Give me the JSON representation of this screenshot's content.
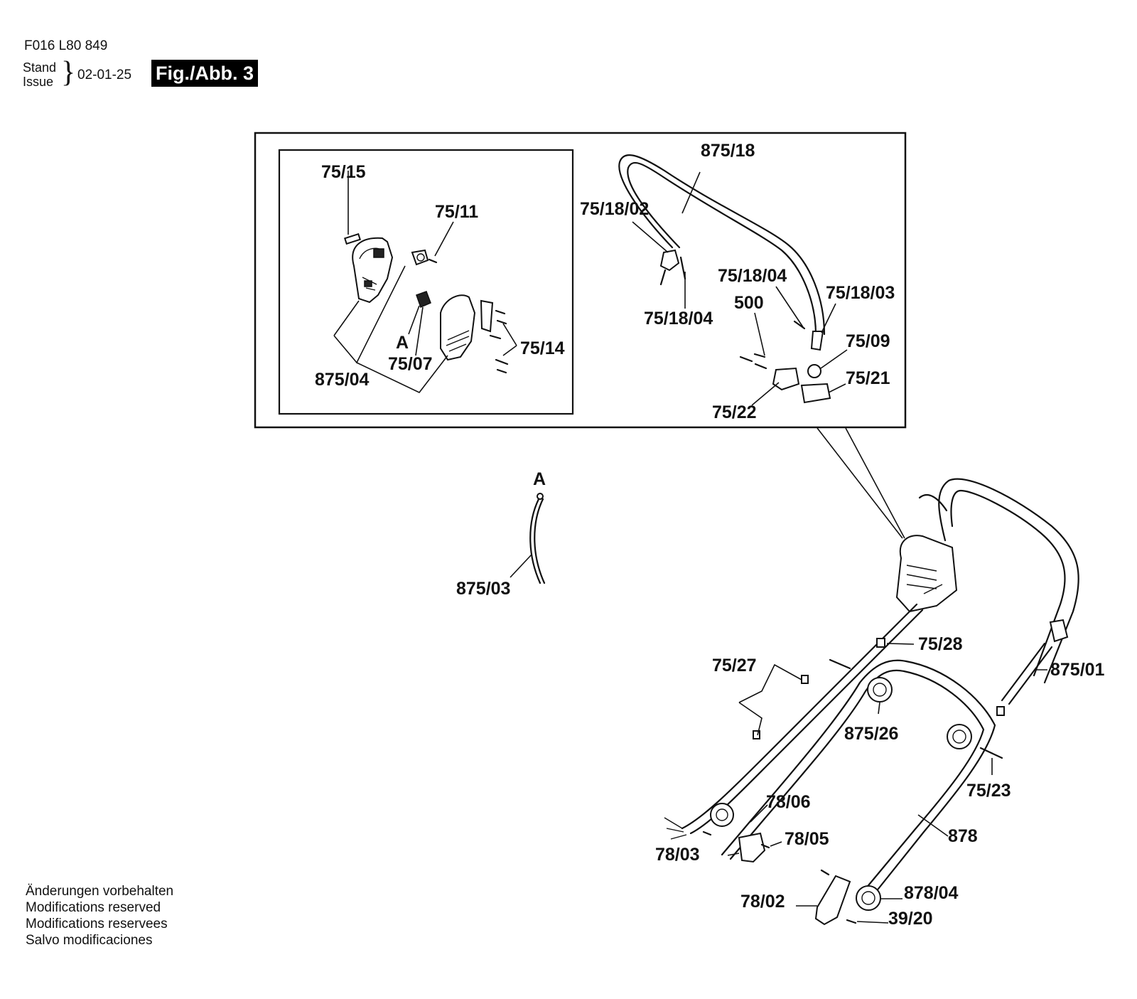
{
  "header": {
    "doc_number": "F016 L80 849",
    "stand_label": "Stand",
    "issue_label": "Issue",
    "date": "02-01-25",
    "figure": "Fig./Abb. 3"
  },
  "footer": {
    "line1": "Änderungen vorbehalten",
    "line2": "Modifications reserved",
    "line3": "Modifications reservees",
    "line4": "Salvo modificaciones"
  },
  "labels": {
    "p75_15": "75/15",
    "p75_11": "75/11",
    "pA_inset": "A",
    "p75_07": "75/07",
    "p875_04": "875/04",
    "p75_14": "75/14",
    "p875_18": "875/18",
    "p75_18_02": "75/18/02",
    "p75_18_04_top": "75/18/04",
    "p75_18_04_bottom": "75/18/04",
    "p500": "500",
    "p75_18_03": "75/18/03",
    "p75_09": "75/09",
    "p75_21": "75/21",
    "p75_22": "75/22",
    "pA_cable": "A",
    "p875_03": "875/03",
    "p75_28": "75/28",
    "p75_27": "75/27",
    "p875_01": "875/01",
    "p875_26": "875/26",
    "p75_23": "75/23",
    "p78_06": "78/06",
    "p78_05": "78/05",
    "p78_03": "78/03",
    "p878": "878",
    "p878_04": "878/04",
    "p78_02": "78/02",
    "p39_20": "39/20"
  }
}
